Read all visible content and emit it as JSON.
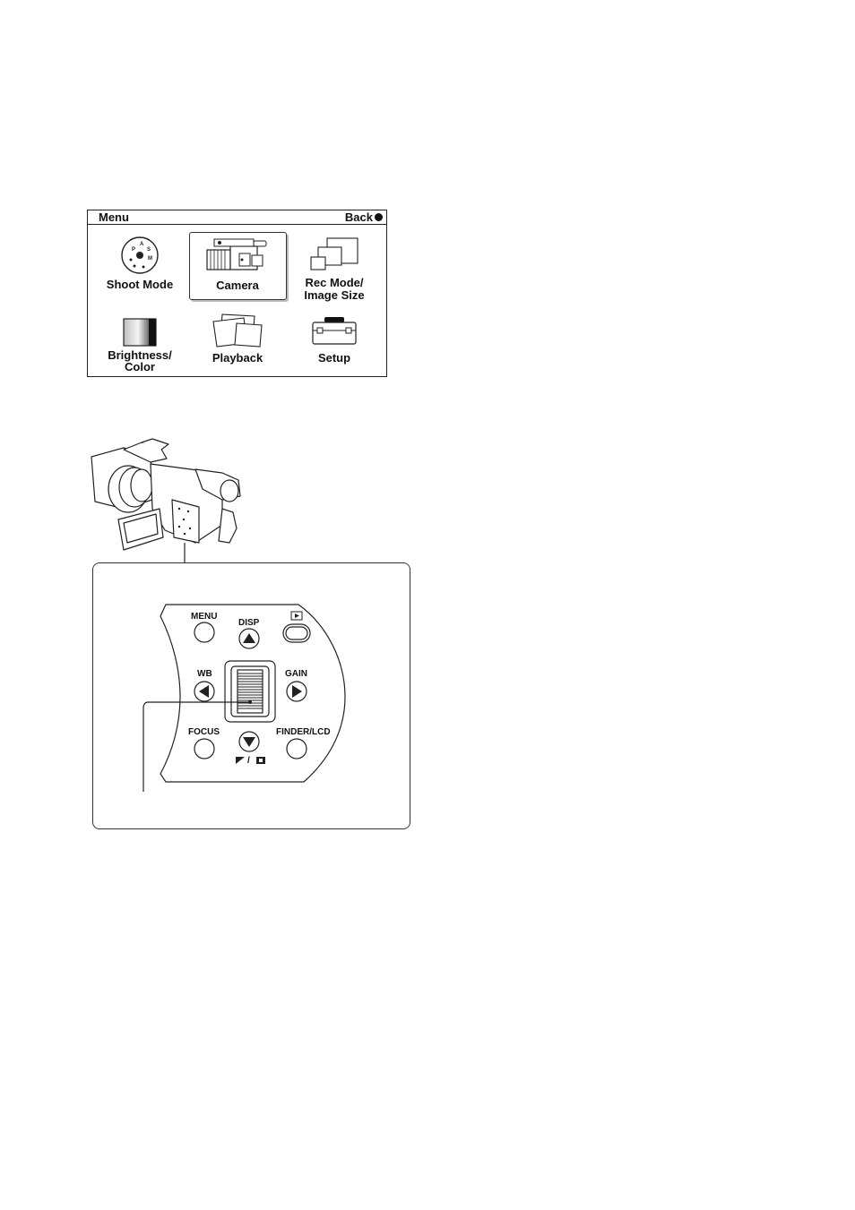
{
  "menu": {
    "title": "Menu",
    "back_label": "Back",
    "items": [
      {
        "id": "shoot-mode",
        "label_lines": [
          "Shoot Mode"
        ],
        "selected": false
      },
      {
        "id": "camera",
        "label_lines": [
          "Camera"
        ],
        "selected": true
      },
      {
        "id": "rec-mode",
        "label_lines": [
          "Rec Mode/",
          "Image Size"
        ],
        "selected": false
      },
      {
        "id": "brightness",
        "label_lines": [
          "Brightness/",
          "Color"
        ],
        "selected": false
      },
      {
        "id": "playback",
        "label_lines": [
          "Playback"
        ],
        "selected": false
      },
      {
        "id": "setup",
        "label_lines": [
          "Setup"
        ],
        "selected": false
      }
    ],
    "dial_letters": [
      "P",
      "A",
      "S",
      "M"
    ]
  },
  "control_panel": {
    "menu_label": "MENU",
    "disp_label": "DISP",
    "wb_label": "WB",
    "gain_label": "GAIN",
    "focus_label": "FOCUS",
    "finder_label": "FINDER/LCD",
    "bottom_label_separator": "/",
    "icons": {
      "disp": "triangle-up-icon",
      "wb": "triangle-left-icon",
      "gain": "triangle-right-icon",
      "down": "triangle-down-icon",
      "playback": "playback-icon",
      "exposure": "exposure-icon",
      "spot": "spot-meter-icon"
    }
  }
}
